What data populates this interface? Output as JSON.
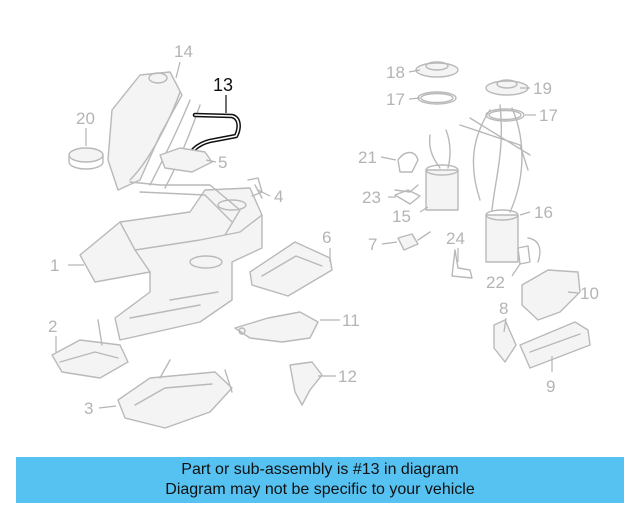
{
  "diagram": {
    "highlight_part": "13",
    "accent_color": "#111111",
    "muted_color": "#b4b4b4",
    "callouts": [
      {
        "id": "c1",
        "label": "1"
      },
      {
        "id": "c2",
        "label": "2"
      },
      {
        "id": "c3",
        "label": "3"
      },
      {
        "id": "c4",
        "label": "4"
      },
      {
        "id": "c5",
        "label": "5"
      },
      {
        "id": "c6",
        "label": "6"
      },
      {
        "id": "c7",
        "label": "7"
      },
      {
        "id": "c8",
        "label": "8"
      },
      {
        "id": "c9",
        "label": "9"
      },
      {
        "id": "c10",
        "label": "10"
      },
      {
        "id": "c11",
        "label": "11"
      },
      {
        "id": "c12",
        "label": "12"
      },
      {
        "id": "c13",
        "label": "13"
      },
      {
        "id": "c14",
        "label": "14"
      },
      {
        "id": "c15",
        "label": "15"
      },
      {
        "id": "c16",
        "label": "16"
      },
      {
        "id": "c17a",
        "label": "17"
      },
      {
        "id": "c17b",
        "label": "17"
      },
      {
        "id": "c18",
        "label": "18"
      },
      {
        "id": "c19",
        "label": "19"
      },
      {
        "id": "c20",
        "label": "20"
      },
      {
        "id": "c21",
        "label": "21"
      },
      {
        "id": "c22",
        "label": "22"
      },
      {
        "id": "c23",
        "label": "23"
      },
      {
        "id": "c24",
        "label": "24"
      }
    ]
  },
  "banner": {
    "line1": "Part or sub-assembly is #13 in diagram",
    "line2": "Diagram may not be specific to your vehicle",
    "background": "#56c2f2"
  }
}
